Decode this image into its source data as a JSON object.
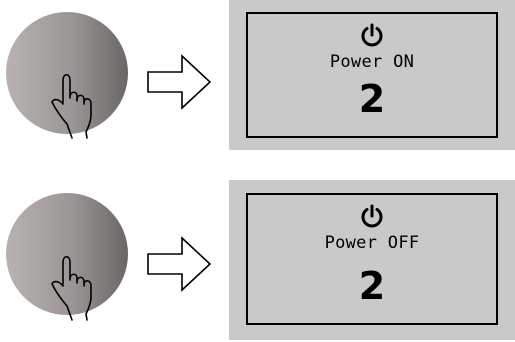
{
  "panels": [
    {
      "icon": "power-icon",
      "status": "Power ON",
      "level": "2"
    },
    {
      "icon": "power-icon",
      "status": "Power OFF",
      "level": "2"
    }
  ],
  "colors": {
    "display_bg": "#c9c9c9",
    "knob_light": "#b5b0ae",
    "knob_dark": "#6e6a69"
  },
  "icons": {
    "knob": "touch-knob",
    "hand": "pointing-hand-icon",
    "arrow": "right-arrow-outline-icon"
  }
}
